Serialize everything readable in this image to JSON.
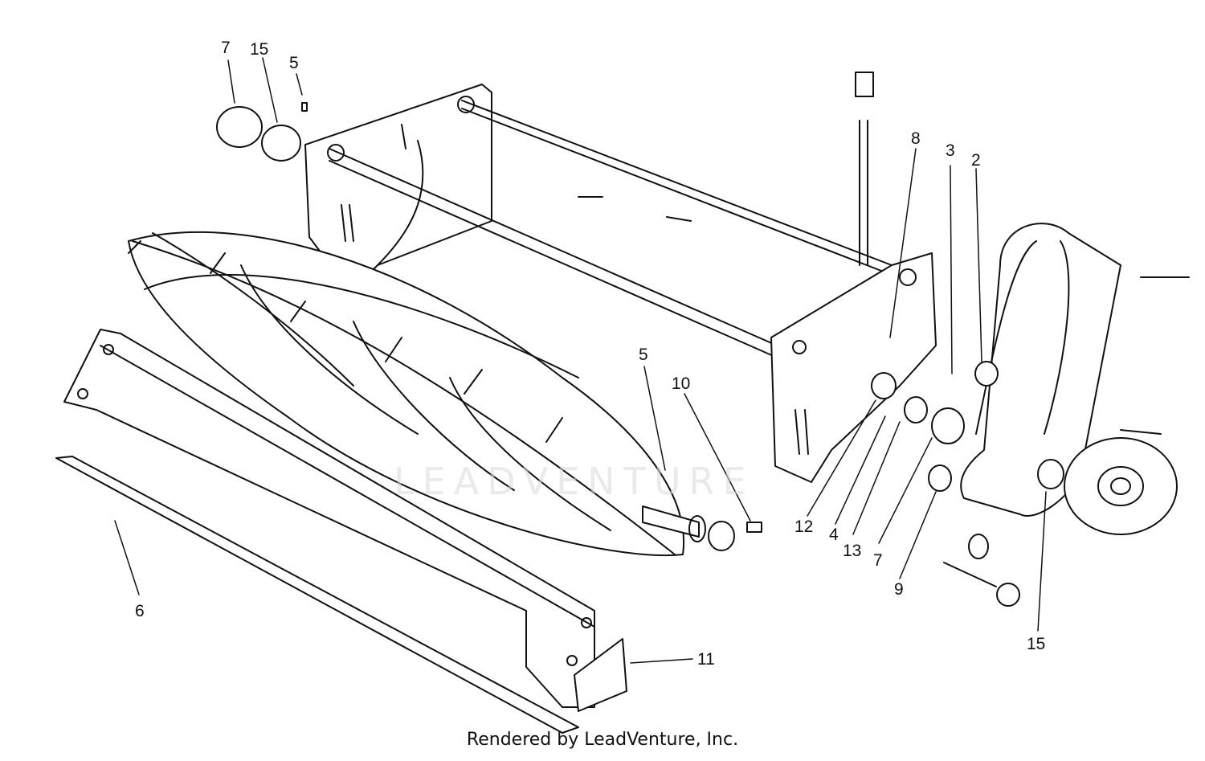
{
  "diagram": {
    "callouts": [
      {
        "id": "c7a",
        "text": "7"
      },
      {
        "id": "c15a",
        "text": "15"
      },
      {
        "id": "c5a",
        "text": "5"
      },
      {
        "id": "c8",
        "text": "8"
      },
      {
        "id": "c3",
        "text": "3"
      },
      {
        "id": "c2",
        "text": "2"
      },
      {
        "id": "c5b",
        "text": "5"
      },
      {
        "id": "c10",
        "text": "10"
      },
      {
        "id": "c12",
        "text": "12"
      },
      {
        "id": "c4",
        "text": "4"
      },
      {
        "id": "c13",
        "text": "13"
      },
      {
        "id": "c7b",
        "text": "7"
      },
      {
        "id": "c9",
        "text": "9"
      },
      {
        "id": "c6",
        "text": "6"
      },
      {
        "id": "c11",
        "text": "11"
      },
      {
        "id": "c15b",
        "text": "15"
      }
    ]
  },
  "watermark": "LEADVENTURE",
  "footer": "Rendered by LeadVenture, Inc."
}
